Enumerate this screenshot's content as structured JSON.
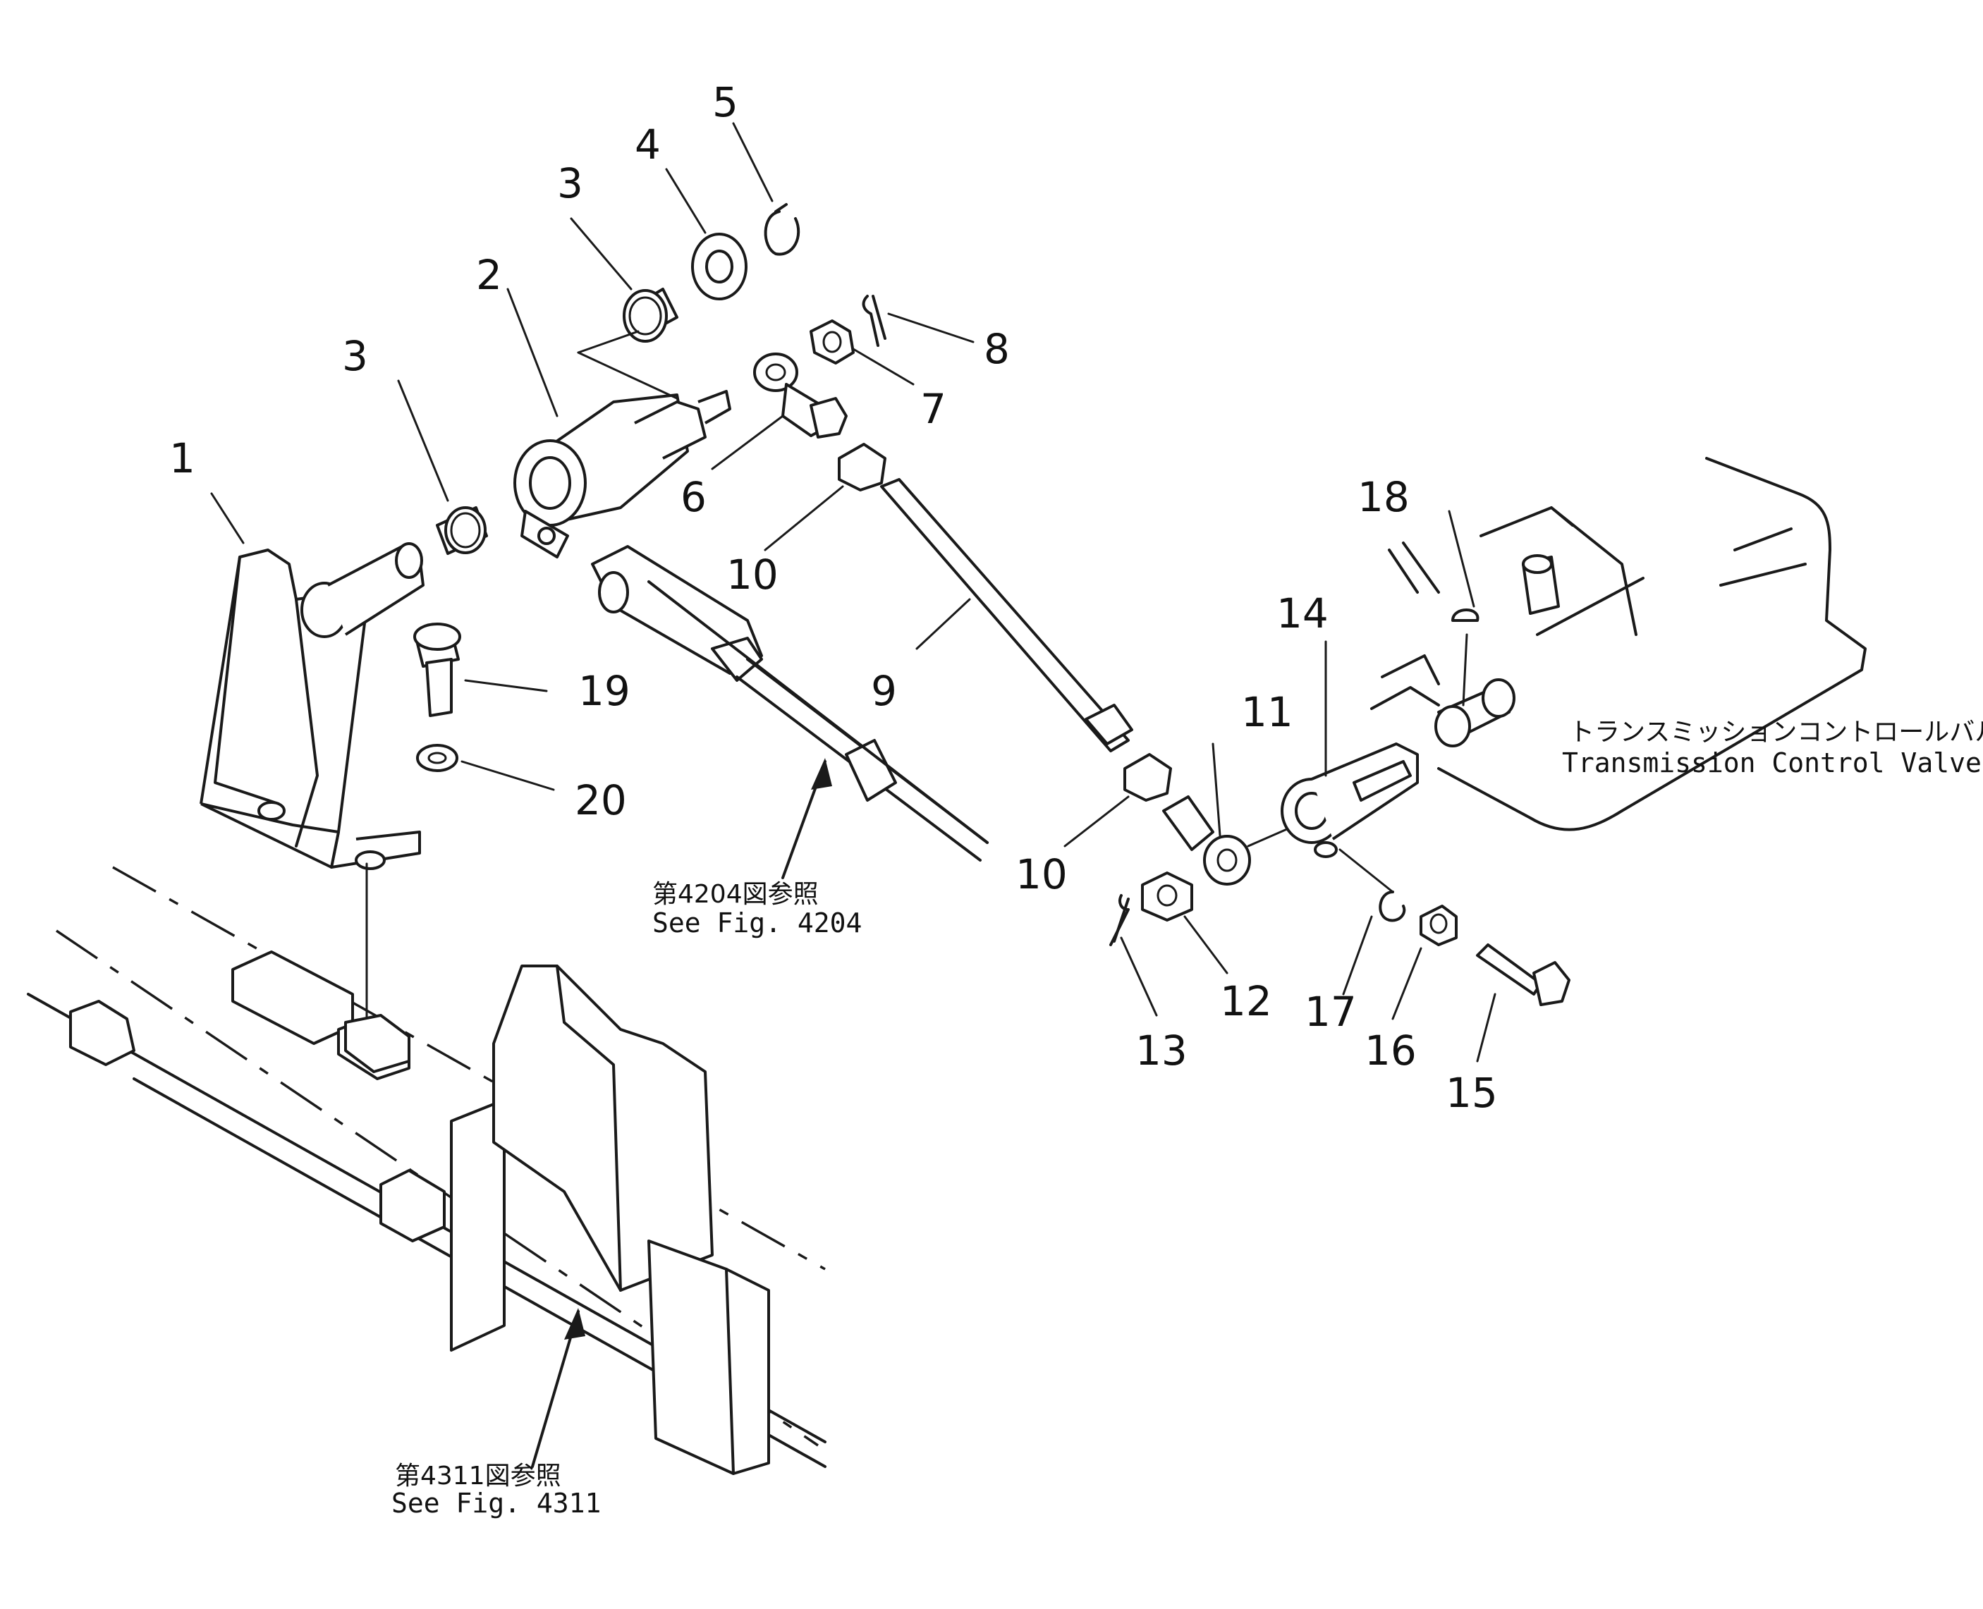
{
  "callouts": [
    "1",
    "2",
    "3",
    "3",
    "4",
    "5",
    "6",
    "7",
    "8",
    "9",
    "10",
    "10",
    "11",
    "12",
    "13",
    "14",
    "15",
    "16",
    "17",
    "18",
    "19",
    "20"
  ],
  "notes": {
    "fig4204_jp": "第4204図参照",
    "fig4204_en": "See  Fig. 4204",
    "fig4311_jp": "第4311図参照",
    "fig4311_en": "See  Fig. 4311",
    "valve_jp": "トランスミッションコントロールバルブ",
    "valve_en": "Transmission  Control  Valve"
  }
}
